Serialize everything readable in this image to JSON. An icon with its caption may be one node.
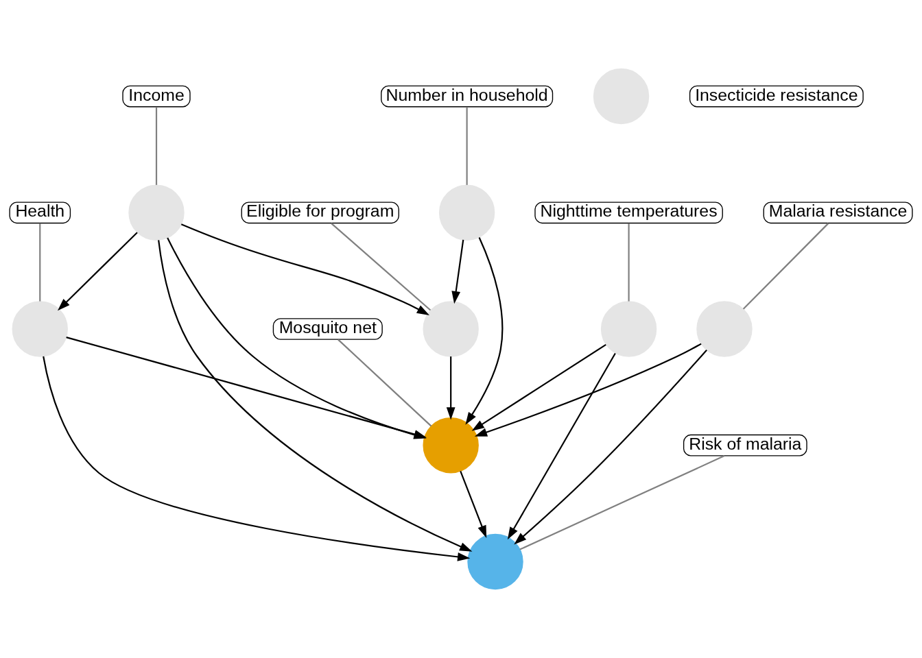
{
  "diagram": {
    "nodes": [
      {
        "text": [],
        "shape": "circle"
      },
      {
        "text": [],
        "shape": "circle"
      },
      {
        "text": [],
        "shape": "circle"
      },
      {
        "text": [],
        "shape": "circle"
      },
      {
        "text": [],
        "shape": "circle"
      },
      {
        "text": [],
        "shape": "circle"
      },
      {
        "text": [],
        "shape": "circle"
      },
      {
        "text": [],
        "shape": "circle"
      },
      {
        "text": [],
        "shape": "circle"
      },
      {
        "text": [
          "Eligible for program"
        ]
      },
      {
        "text": [
          "Income"
        ]
      },
      {
        "text": [
          "Nighttime temperatures"
        ]
      },
      {
        "text": [
          "Risk of malaria"
        ]
      },
      {
        "text": [
          "Insecticide resistance"
        ]
      },
      {
        "text": [
          "Mosquito net"
        ]
      },
      {
        "text": [
          "Malaria resistance"
        ]
      },
      {
        "text": [
          "Health"
        ]
      },
      {
        "text": [
          "Number in household"
        ]
      }
    ],
    "edges": [
      {
        "from": 1,
        "to": 0,
        "arrow": "to"
      },
      {
        "from": 3,
        "to": 0,
        "arrow": "to"
      },
      {
        "from": 3,
        "to": 4,
        "arrow": "to"
      },
      {
        "from": 0,
        "to": 4,
        "arrow": "to"
      },
      {
        "from": 1,
        "to": 4,
        "arrow": "to"
      },
      {
        "from": 2,
        "to": 4,
        "arrow": "to"
      },
      {
        "from": 1,
        "to": 5,
        "arrow": "to"
      },
      {
        "from": 2,
        "to": 5,
        "arrow": "to"
      },
      {
        "from": 1,
        "to": 7,
        "arrow": "to"
      },
      {
        "from": 7,
        "to": 4,
        "arrow": "to"
      },
      {
        "from": 7,
        "to": 5,
        "arrow": "to"
      },
      {
        "from": 8,
        "to": 5,
        "arrow": "to"
      },
      {
        "from": 8,
        "to": 4,
        "arrow": "to"
      },
      {
        "from": 4,
        "to": 5,
        "arrow": "to"
      },
      {
        "from": 9,
        "to": 0,
        "arrow": "none",
        "color": "#808080"
      },
      {
        "from": 10,
        "to": 1,
        "arrow": "none",
        "color": "#808080"
      },
      {
        "from": 11,
        "to": 2,
        "arrow": "none",
        "color": "#808080"
      },
      {
        "from": 12,
        "to": 5,
        "arrow": "none",
        "color": "#808080"
      },
      {
        "from": 14,
        "to": 4,
        "arrow": "none",
        "color": "#808080"
      },
      {
        "from": 15,
        "to": 8,
        "arrow": "none",
        "color": "#808080"
      },
      {
        "from": 16,
        "to": 7,
        "arrow": "none",
        "color": "#808080"
      },
      {
        "from": 17,
        "to": 3,
        "arrow": "none",
        "color": "#808080"
      }
    ]
  }
}
